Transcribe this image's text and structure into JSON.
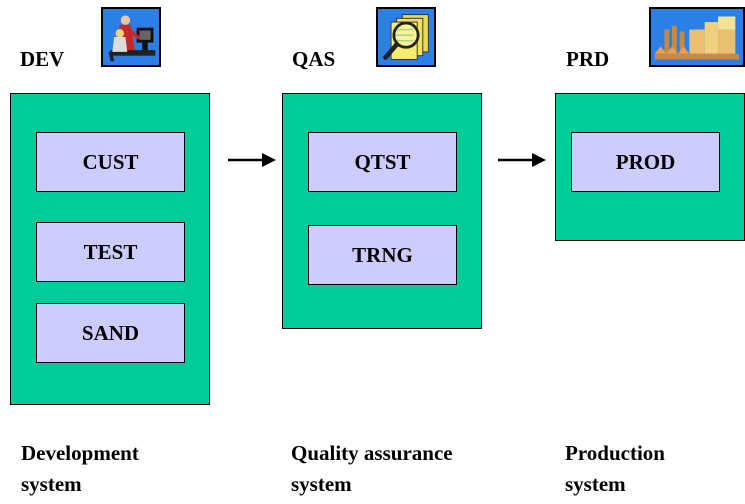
{
  "systems": [
    {
      "label": "DEV",
      "icon": "developers-at-computer-icon",
      "clients": [
        "CUST",
        "TEST",
        "SAND"
      ],
      "caption_line1": "Development",
      "caption_line2": "system"
    },
    {
      "label": "QAS",
      "icon": "magnifier-over-documents-icon",
      "clients": [
        "QTST",
        "TRNG"
      ],
      "caption_line1": "Quality assurance",
      "caption_line2": "system"
    },
    {
      "label": "PRD",
      "icon": "factory-icon",
      "clients": [
        "PROD"
      ],
      "caption_line1": "Production",
      "caption_line2": "system"
    }
  ],
  "colors": {
    "panel": "#00cc99",
    "client": "#ccccff",
    "icon_bg": "#2d7fe8"
  }
}
